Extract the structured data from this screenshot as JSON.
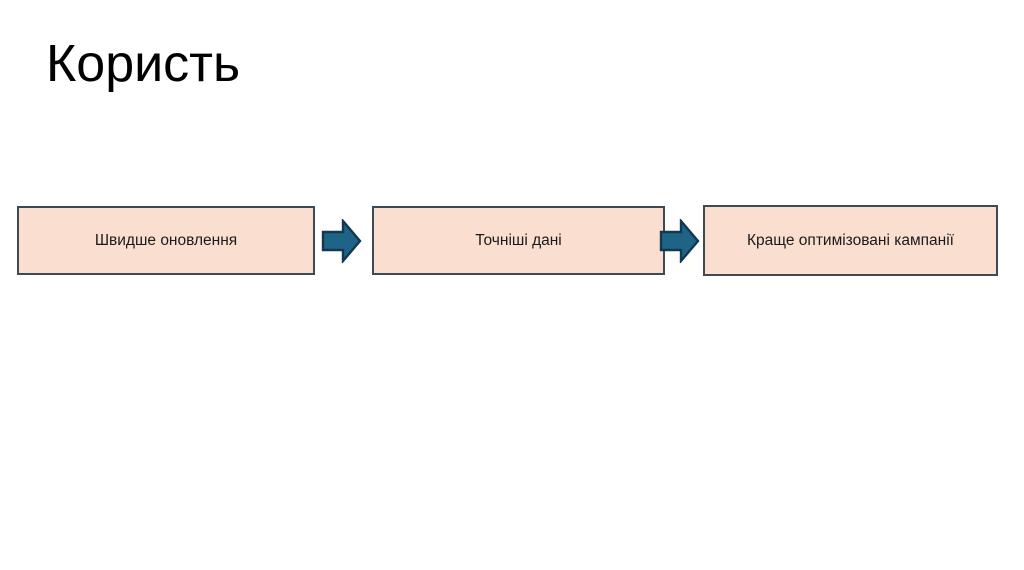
{
  "slide": {
    "title": "Користь",
    "background_color": "#ffffff",
    "title_color": "#000000"
  },
  "process_flow": {
    "box_fill_color": "#fadfd1",
    "box_border_color": "#3d4a54",
    "arrow_fill_color": "#1f6387",
    "arrow_border_color": "#12394f",
    "text_color": "#1a1a1a",
    "steps": [
      {
        "label": "Швидше оновлення"
      },
      {
        "label": "Точніші дані"
      },
      {
        "label": "Краще оптимізовані кампанії"
      }
    ],
    "arrows": [
      {
        "name": "arrow-step-1-to-2"
      },
      {
        "name": "arrow-step-2-to-3"
      }
    ]
  }
}
